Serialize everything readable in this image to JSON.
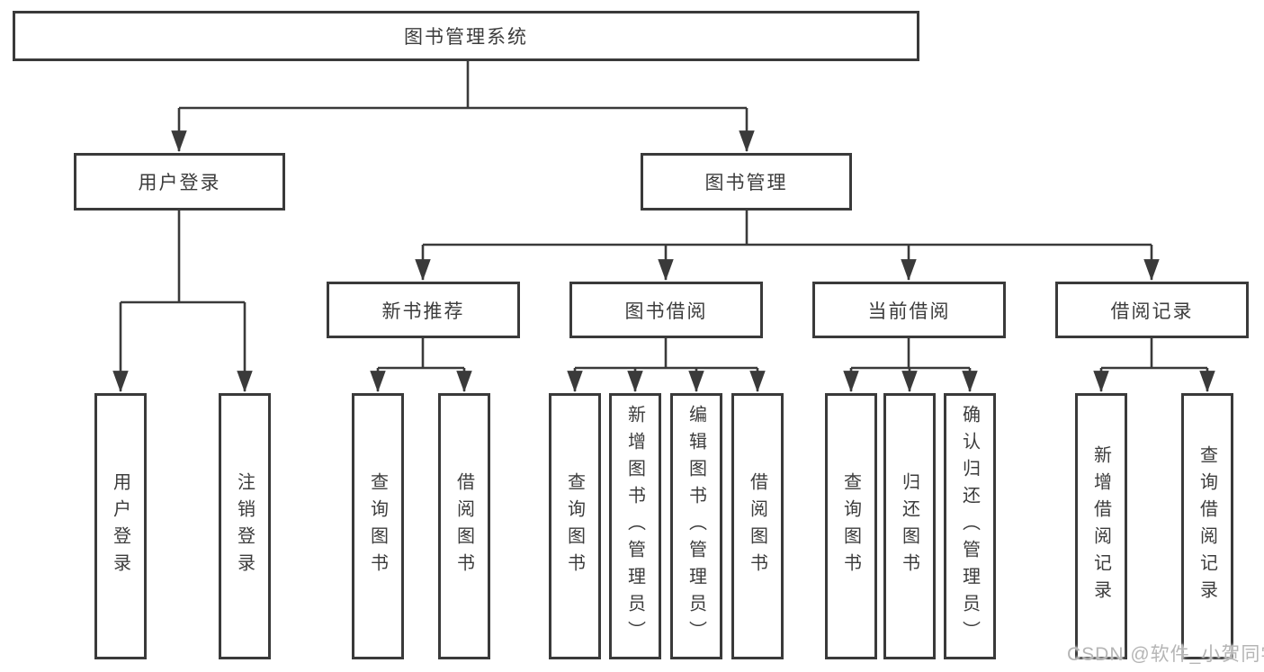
{
  "diagram": {
    "root": {
      "label": "图书管理系统"
    },
    "level2": [
      {
        "label": "用户登录"
      },
      {
        "label": "图书管理"
      }
    ],
    "level3": [
      {
        "label": "新书推荐"
      },
      {
        "label": "图书借阅"
      },
      {
        "label": "当前借阅"
      },
      {
        "label": "借阅记录"
      }
    ],
    "leaves": [
      {
        "label": "用户登录"
      },
      {
        "label": "注销登录"
      },
      {
        "label": "查询图书"
      },
      {
        "label": "借阅图书"
      },
      {
        "label": "查询图书"
      },
      {
        "label": "新增图书（管理员）"
      },
      {
        "label": "编辑图书（管理员）"
      },
      {
        "label": "借阅图书"
      },
      {
        "label": "查询图书"
      },
      {
        "label": "归还图书"
      },
      {
        "label": "确认归还（管理员）"
      },
      {
        "label": "新增借阅记录"
      },
      {
        "label": "查询借阅记录"
      }
    ],
    "watermark": "CSDN @软件_小贺同学",
    "colors": {
      "line": "#3a3a3a",
      "border": "#3a3a3a",
      "text": "#3c3c3c",
      "watermark": "#b5b5b5",
      "background": "#ffffff"
    }
  }
}
